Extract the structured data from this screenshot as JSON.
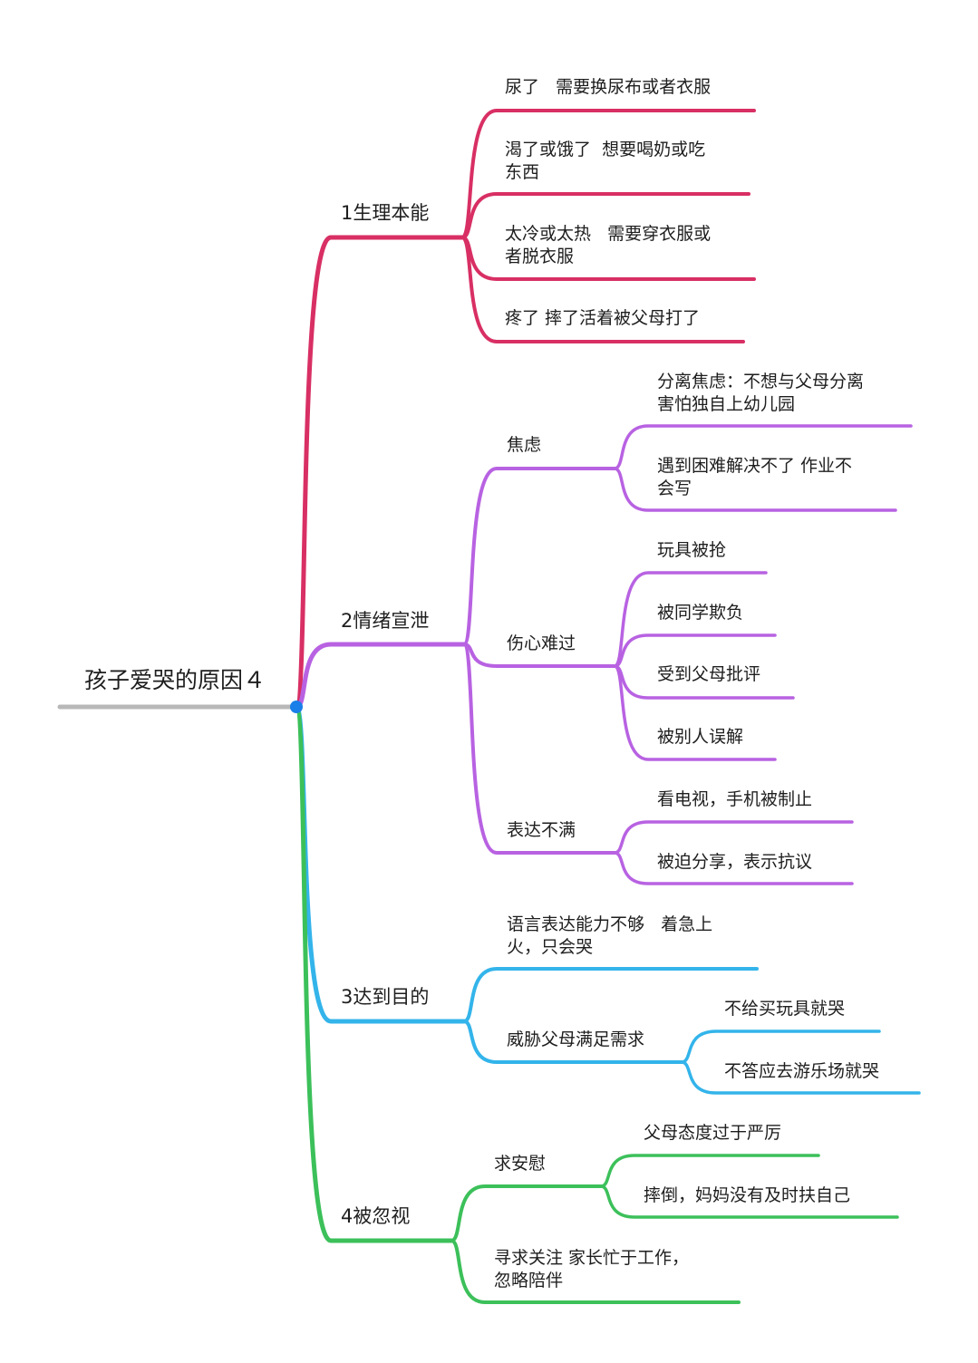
{
  "root": {
    "label": "孩子爱哭的原因４"
  },
  "colors": {
    "root_line": "#b8b8b8",
    "root_dot": "#1a7fe8",
    "branch1": "#d82f64",
    "branch2": "#b862e2",
    "branch3": "#33b4ea",
    "branch4": "#3cc05a"
  },
  "branches": [
    {
      "label": "1生理本能",
      "children": [
        {
          "label": "尿了   需要换尿布或者衣服"
        },
        {
          "label": "渴了或饿了  想要喝奶或吃\n东西"
        },
        {
          "label": "太冷或太热   需要穿衣服或\n者脱衣服"
        },
        {
          "label": "疼了 摔了活着被父母打了"
        }
      ]
    },
    {
      "label": "2情绪宣泄",
      "children": [
        {
          "label": "焦虑",
          "children": [
            {
              "label": "分离焦虑：不想与父母分离\n害怕独自上幼儿园"
            },
            {
              "label": "遇到困难解决不了 作业不\n会写"
            }
          ]
        },
        {
          "label": "伤心难过",
          "children": [
            {
              "label": "玩具被抢"
            },
            {
              "label": "被同学欺负"
            },
            {
              "label": "受到父母批评"
            },
            {
              "label": "被别人误解"
            }
          ]
        },
        {
          "label": "表达不满",
          "children": [
            {
              "label": "看电视，手机被制止"
            },
            {
              "label": "被迫分享，表示抗议"
            }
          ]
        }
      ]
    },
    {
      "label": "3达到目的",
      "children": [
        {
          "label": "语言表达能力不够   着急上\n火，只会哭"
        },
        {
          "label": "威胁父母满足需求",
          "children": [
            {
              "label": "不给买玩具就哭"
            },
            {
              "label": "不答应去游乐场就哭"
            }
          ]
        }
      ]
    },
    {
      "label": "4被忽视",
      "children": [
        {
          "label": "求安慰",
          "children": [
            {
              "label": "父母态度过于严厉"
            },
            {
              "label": "摔倒，妈妈没有及时扶自己"
            }
          ]
        },
        {
          "label": "寻求关注 家长忙于工作，\n忽略陪伴"
        }
      ]
    }
  ]
}
